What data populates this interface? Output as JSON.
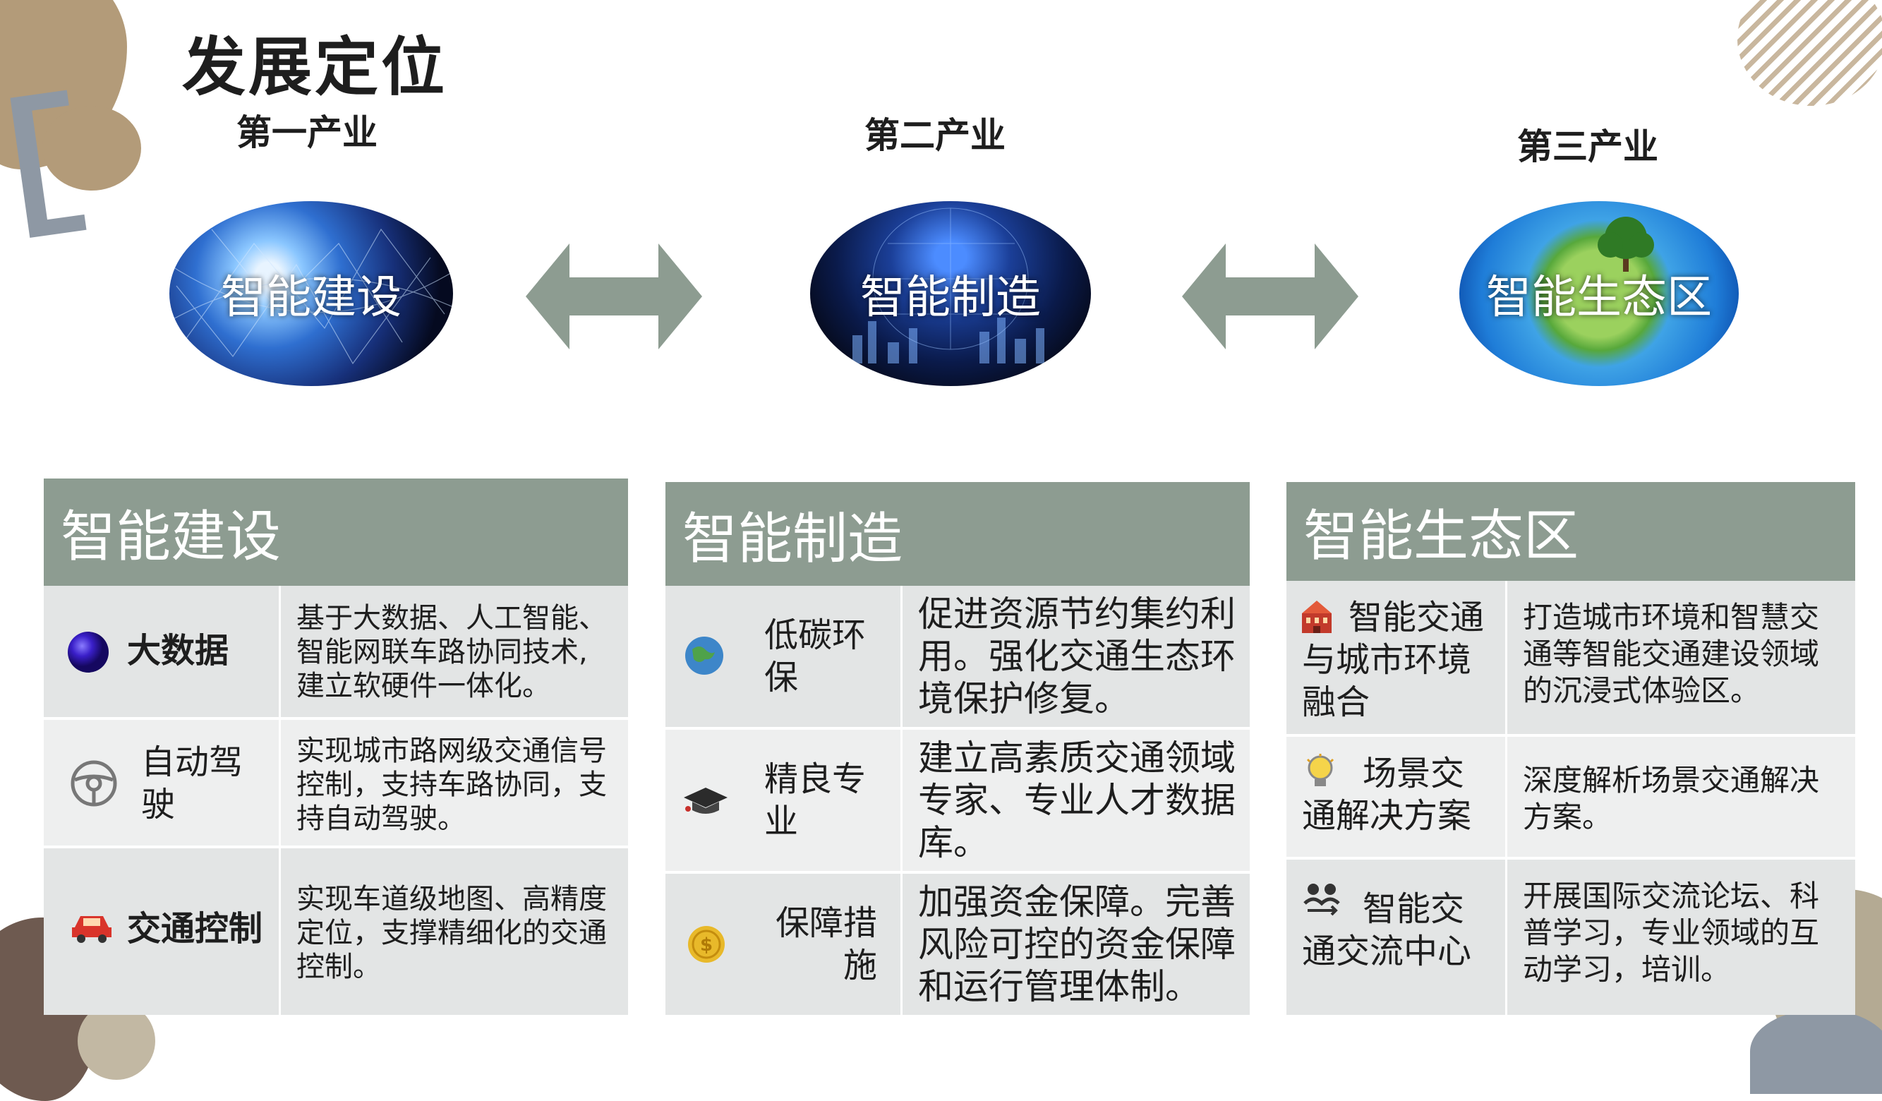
{
  "title": "发展定位",
  "industries": [
    {
      "label": "第一产业",
      "globe_label": "智能建设"
    },
    {
      "label": "第二产业",
      "globe_label": "智能制造"
    },
    {
      "label": "第三产业",
      "globe_label": "智能生态区"
    }
  ],
  "panels": [
    {
      "heading": "智能建设",
      "rows": [
        {
          "icon": "purple-sphere-icon",
          "title": "大数据",
          "desc": "基于大数据、人工智能、智能网联车路协同技术,建立软硬件一体化。"
        },
        {
          "icon": "steering-wheel-icon",
          "title": "自动驾驶",
          "desc": "实现城市路网级交通信号控制，支持车路协同，支持自动驾驶。"
        },
        {
          "icon": "car-icon",
          "title": "交通控制",
          "desc": "实现车道级地图、高精度定位，支撑精细化的交通控制。"
        }
      ]
    },
    {
      "heading": "智能制造",
      "rows": [
        {
          "icon": "earth-icon",
          "title": "低碳环保",
          "desc": "促进资源节约集约利用。强化交通生态环境保护修复。"
        },
        {
          "icon": "graduation-cap-icon",
          "title": "精良专业",
          "desc": "建立高素质交通领域专家、专业人才数据库。"
        },
        {
          "icon": "coin-icon",
          "title": "保障措施",
          "desc": "加强资金保障。完善风险可控的资金保障和运行管理体制。"
        }
      ]
    },
    {
      "heading": "智能生态区",
      "rows": [
        {
          "icon": "building-icon",
          "title": "智能交通与城市环境融合",
          "desc": "打造城市环境和智慧交通等智能交通建设领域的沉浸式体验区。"
        },
        {
          "icon": "lightbulb-icon",
          "title": "场景交通解决方案",
          "desc": "深度解析场景交通解决方案。"
        },
        {
          "icon": "people-exchange-icon",
          "title": "智能交通交流中心",
          "desc": "开展国际交流论坛、科普学习，专业领域的互动学习，培训。"
        }
      ]
    }
  ],
  "colors": {
    "panel_header": "#8d9c91",
    "arrow": "#8d9c91",
    "panel_body": "#e3e5e5"
  }
}
